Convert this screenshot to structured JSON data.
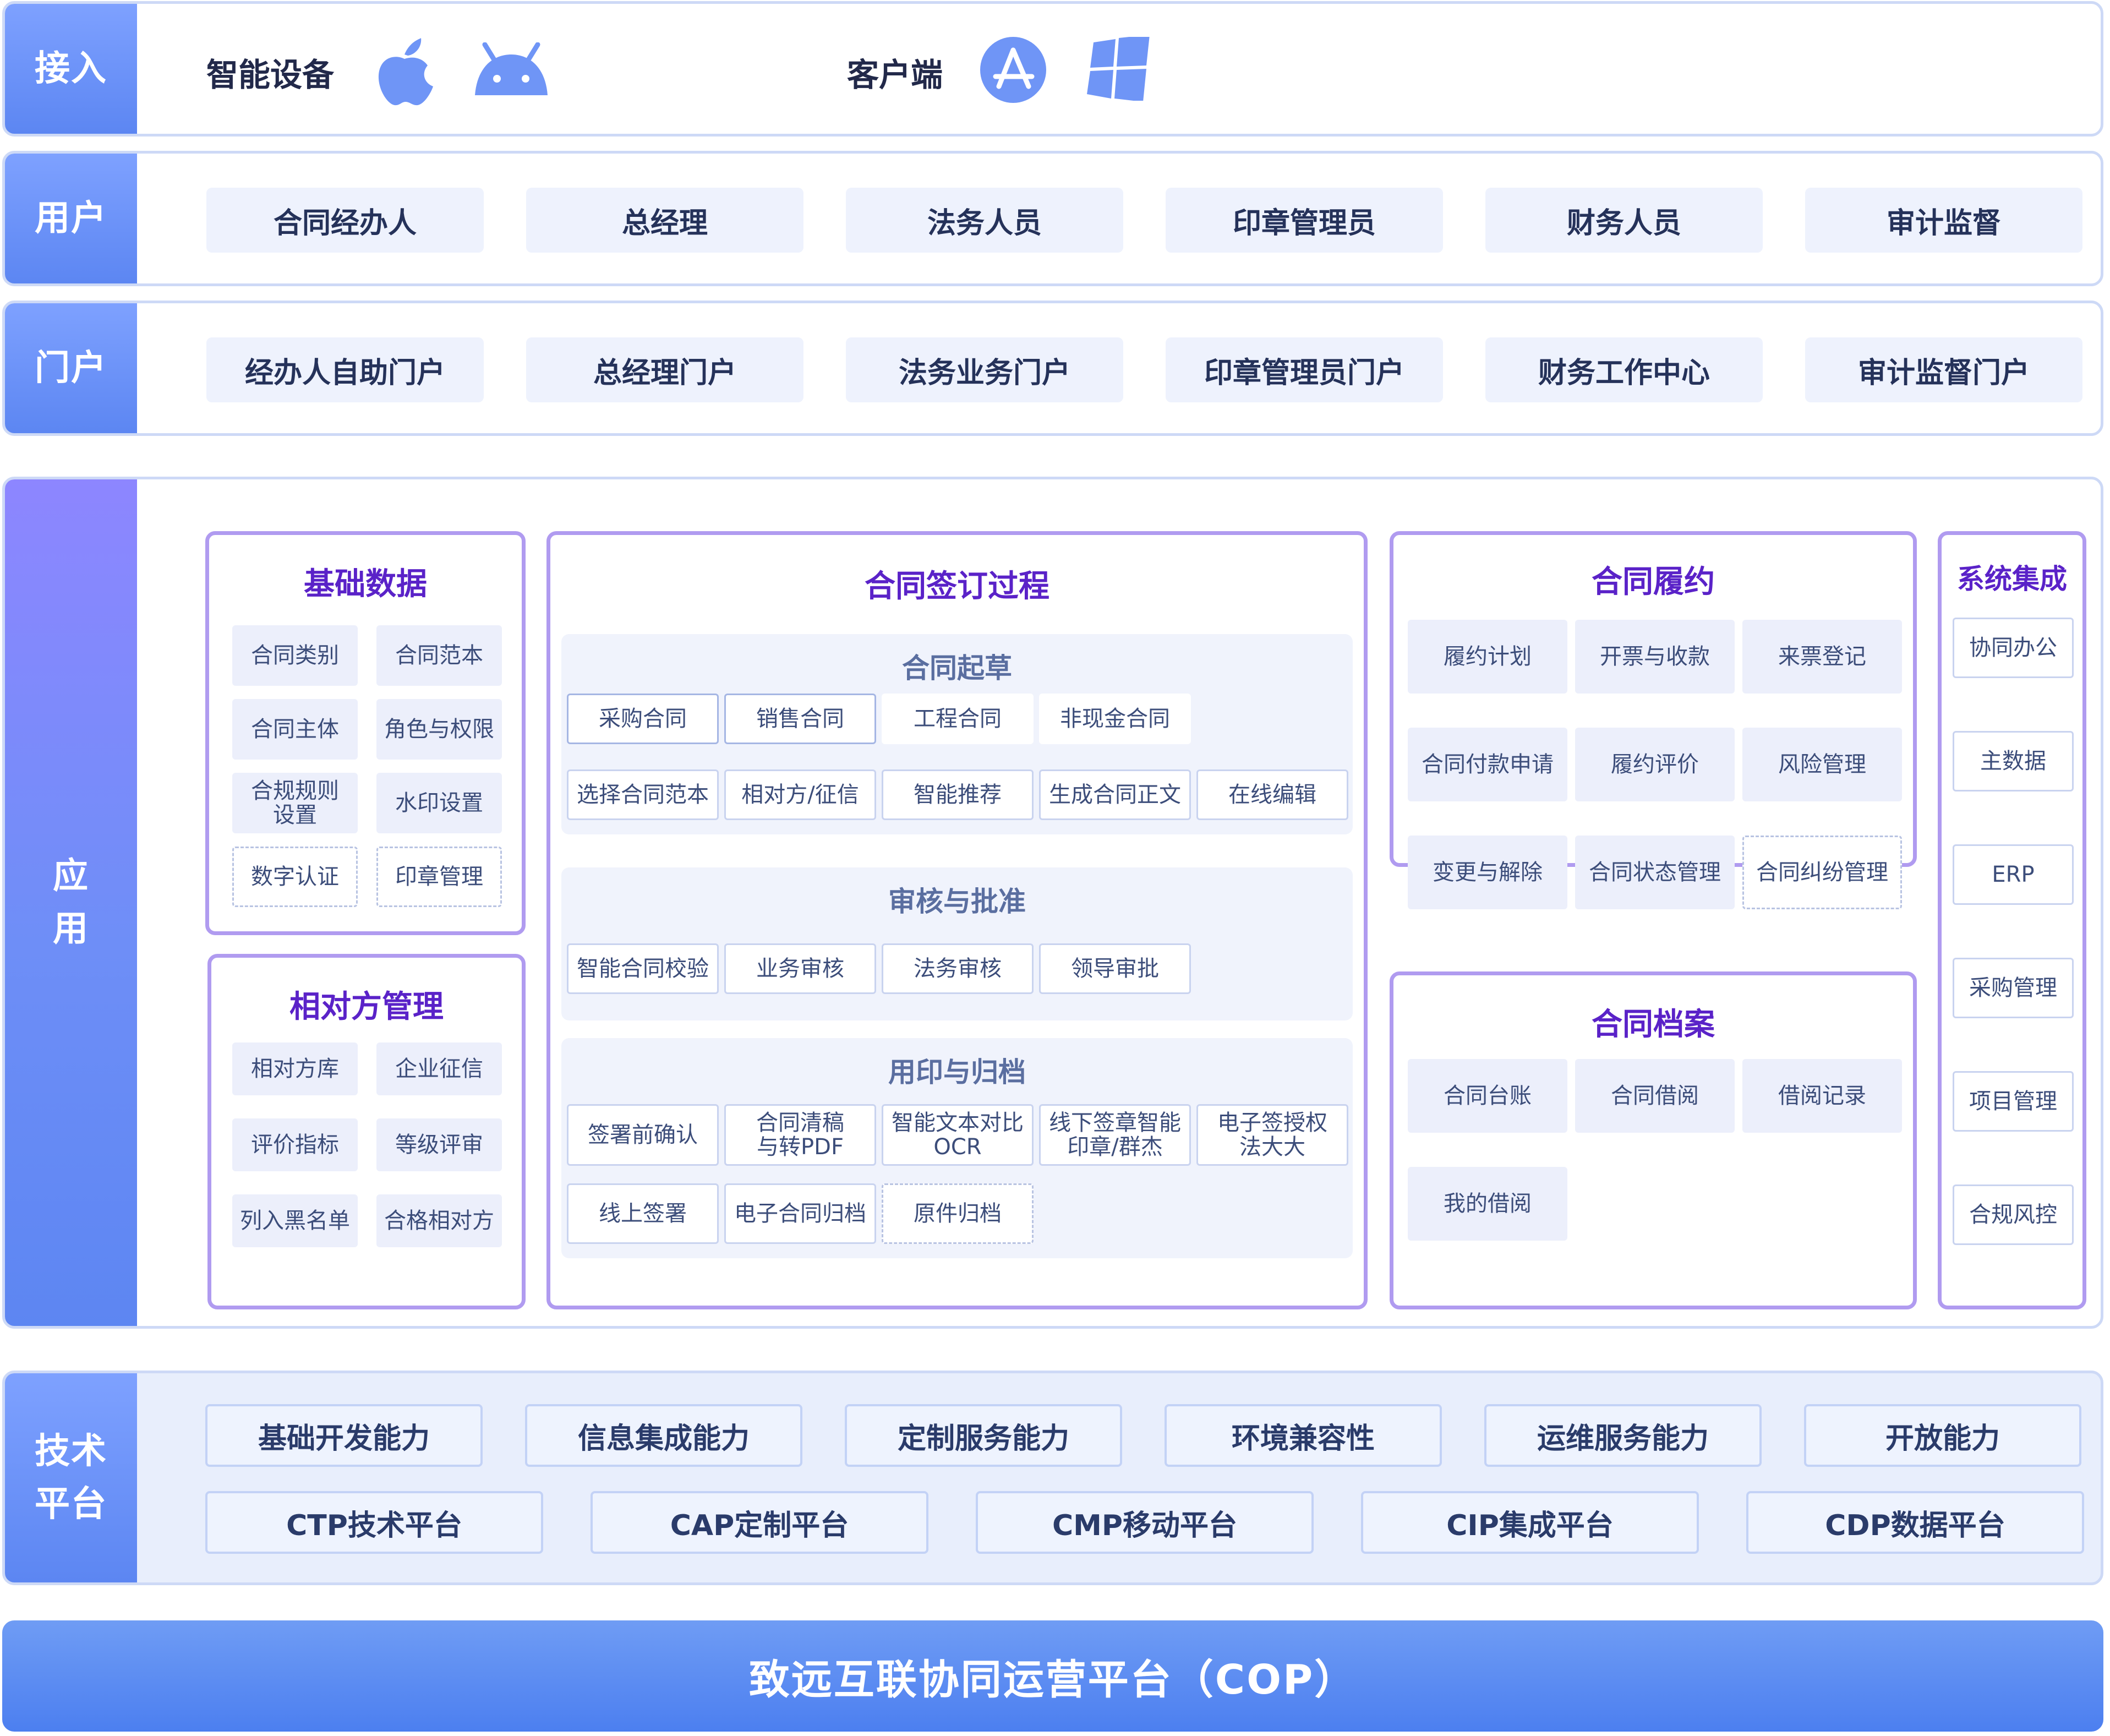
{
  "access": {
    "label": "接入",
    "devices_label": "智能设备",
    "client_label": "客户端",
    "icons": [
      "apple-icon",
      "android-icon",
      "app-store-icon",
      "windows-icon"
    ]
  },
  "users": {
    "label": "用户",
    "items": [
      "合同经办人",
      "总经理",
      "法务人员",
      "印章管理员",
      "财务人员",
      "审计监督"
    ]
  },
  "portal": {
    "label": "门户",
    "items": [
      "经办人自助门户",
      "总经理门户",
      "法务业务门户",
      "印章管理员门户",
      "财务工作中心",
      "审计监督门户"
    ]
  },
  "app": {
    "label_line1": "应",
    "label_line2": "用",
    "basic_data": {
      "title": "基础数据",
      "items": [
        "合同类别",
        "合同范本",
        "合同主体",
        "角色与权限",
        "合规规则设置",
        "水印设置",
        "数字认证",
        "印章管理"
      ]
    },
    "counterparty": {
      "title": "相对方管理",
      "items": [
        "相对方库",
        "企业征信",
        "评价指标",
        "等级评审",
        "列入黑名单",
        "合格相对方"
      ]
    },
    "signing": {
      "title": "合同签订过程",
      "drafting": {
        "title": "合同起草",
        "row1": [
          "采购合同",
          "销售合同",
          "工程合同",
          "非现金合同"
        ],
        "row2": [
          "选择合同范本",
          "相对方/征信",
          "智能推荐",
          "生成合同正文",
          "在线编辑"
        ]
      },
      "review": {
        "title": "审核与批准",
        "items": [
          "智能合同校验",
          "业务审核",
          "法务审核",
          "领导审批"
        ]
      },
      "seal": {
        "title": "用印与归档",
        "row1": [
          "签署前确认",
          "合同清稿与转PDF",
          "智能文本对比OCR",
          "线下签章智能印章/群杰",
          "电子签授权法大大"
        ],
        "row2": [
          "线上签署",
          "电子合同归档",
          "原件归档"
        ]
      }
    },
    "performance": {
      "title": "合同履约",
      "items": [
        "履约计划",
        "开票与收款",
        "来票登记",
        "合同付款申请",
        "履约评价",
        "风险管理",
        "变更与解除",
        "合同状态管理",
        "合同纠纷管理"
      ]
    },
    "archive": {
      "title": "合同档案",
      "items": [
        "合同台账",
        "合同借阅",
        "借阅记录",
        "我的借阅"
      ]
    },
    "integration": {
      "title": "系统集成",
      "items": [
        "协同办公",
        "主数据",
        "ERP",
        "采购管理",
        "项目管理",
        "合规风控"
      ]
    }
  },
  "tech": {
    "label_line1": "技术",
    "label_line2": "平台",
    "row1": [
      "基础开发能力",
      "信息集成能力",
      "定制服务能力",
      "环境兼容性",
      "运维服务能力",
      "开放能力"
    ],
    "row2": [
      "CTP技术平台",
      "CAP定制平台",
      "CMP移动平台",
      "CIP集成平台",
      "CDP数据平台"
    ]
  },
  "cop": {
    "label": "致远互联协同运营平台（COP）"
  }
}
